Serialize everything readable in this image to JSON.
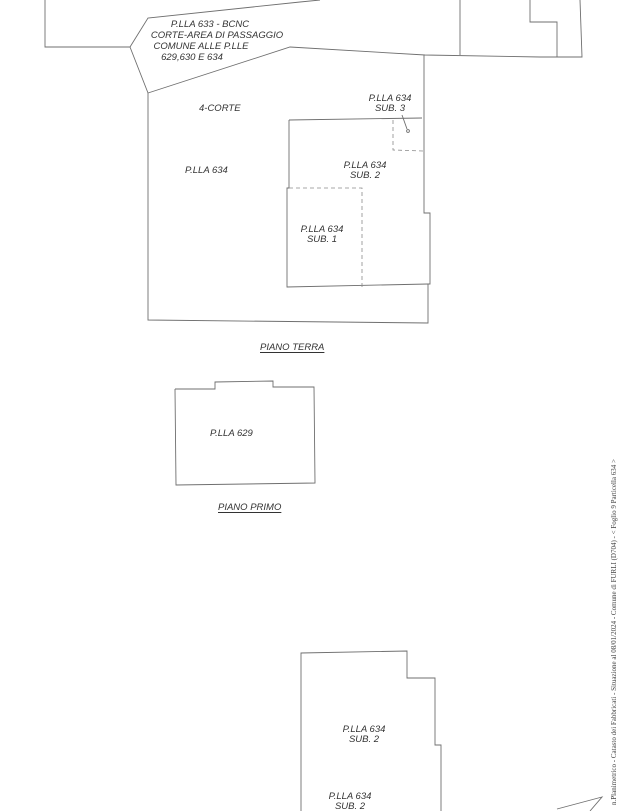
{
  "labels": {
    "p633_l1": "P.LLA 633 - BCNC",
    "p633_l2": "CORTE-AREA DI PASSAGGIO",
    "p633_l3": "COMUNE ALLE P.LLE",
    "p633_l4": "629,630 E 634",
    "corte": "4-CORTE",
    "p634": "P.LLA 634",
    "sub3_a": "P.LLA 634",
    "sub3_b": "SUB. 3",
    "sub2_a": "P.LLA 634",
    "sub2_b": "SUB. 2",
    "sub1_a": "P.LLA 634",
    "sub1_b": "SUB. 1",
    "p629": "P.LLA 629",
    "lower_sub2_a": "P.LLA 634",
    "lower_sub2_b": "SUB. 2",
    "bottom_sub2_a": "P.LLA 634",
    "bottom_sub2_b": "SUB. 2"
  },
  "floors": {
    "ground": "PIANO TERRA",
    "first": "PIANO PRIMO"
  },
  "side_text": "n.Planimetrico - Catasto dei Fabbricati - Situazione al 08/01/2024 - Comune di FURLI (D704) - < Foglio 9 Particella 634 >"
}
